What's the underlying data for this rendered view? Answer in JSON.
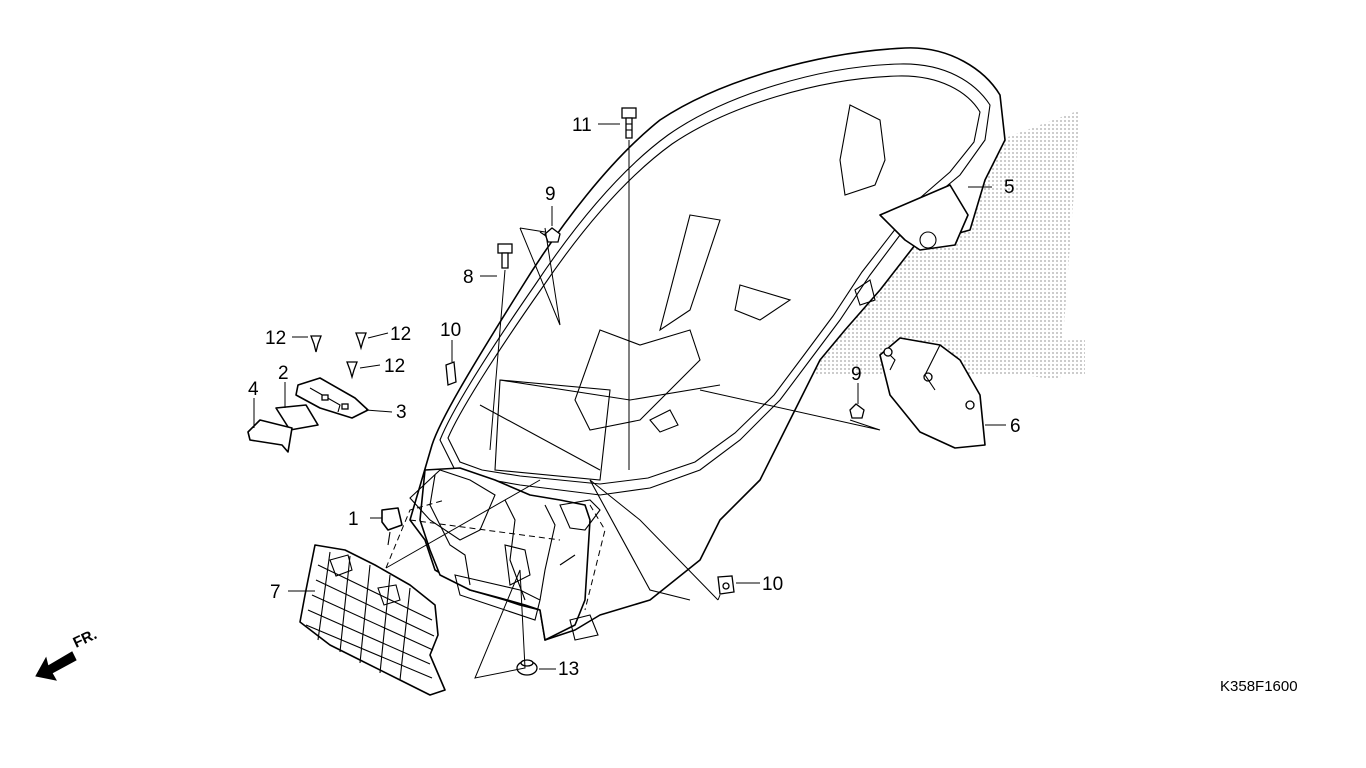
{
  "diagram_code": "K358F1600",
  "direction_label": "FR.",
  "callouts": [
    "1",
    "2",
    "3",
    "4",
    "5",
    "6",
    "7",
    "8",
    "9",
    "9",
    "10",
    "10",
    "11",
    "12",
    "12",
    "12",
    "13"
  ]
}
